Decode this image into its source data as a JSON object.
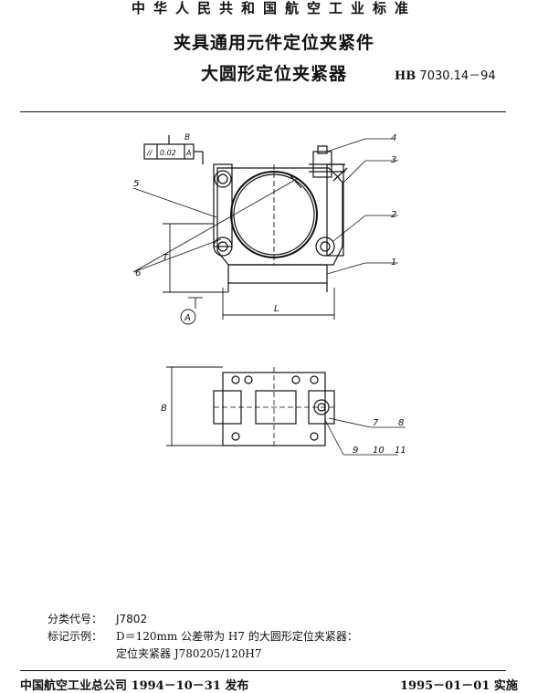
{
  "header": {
    "standard_name": "中华人民共和国航空工业标准",
    "title_line1": "夹具通用元件定位夹紧件",
    "title_line2": "大圆形定位夹紧器",
    "code_prefix": "HB",
    "code_number": "7030.14－94"
  },
  "drawing": {
    "tolerance": {
      "symbol": "//",
      "value": "0.02",
      "datum": "A"
    },
    "datum_label": "A",
    "dim_labels": {
      "top": "B",
      "height": "T",
      "width": "L",
      "side": "B"
    },
    "part_numbers": [
      "1",
      "2",
      "3",
      "4",
      "5",
      "6",
      "7",
      "8",
      "9",
      "10",
      "11"
    ]
  },
  "info": {
    "class_label": "分类代号：",
    "class_value": "J7802",
    "mark_label": "标记示例：",
    "mark_line1": "D＝120mm 公差带为 H7 的大圆形定位夹紧器：",
    "mark_line2": "定位夹紧器 J780205/120H7"
  },
  "footer": {
    "issued": "中国航空工业总公司 1994－10－31 发布",
    "effective": "1995－01－01 实施"
  }
}
